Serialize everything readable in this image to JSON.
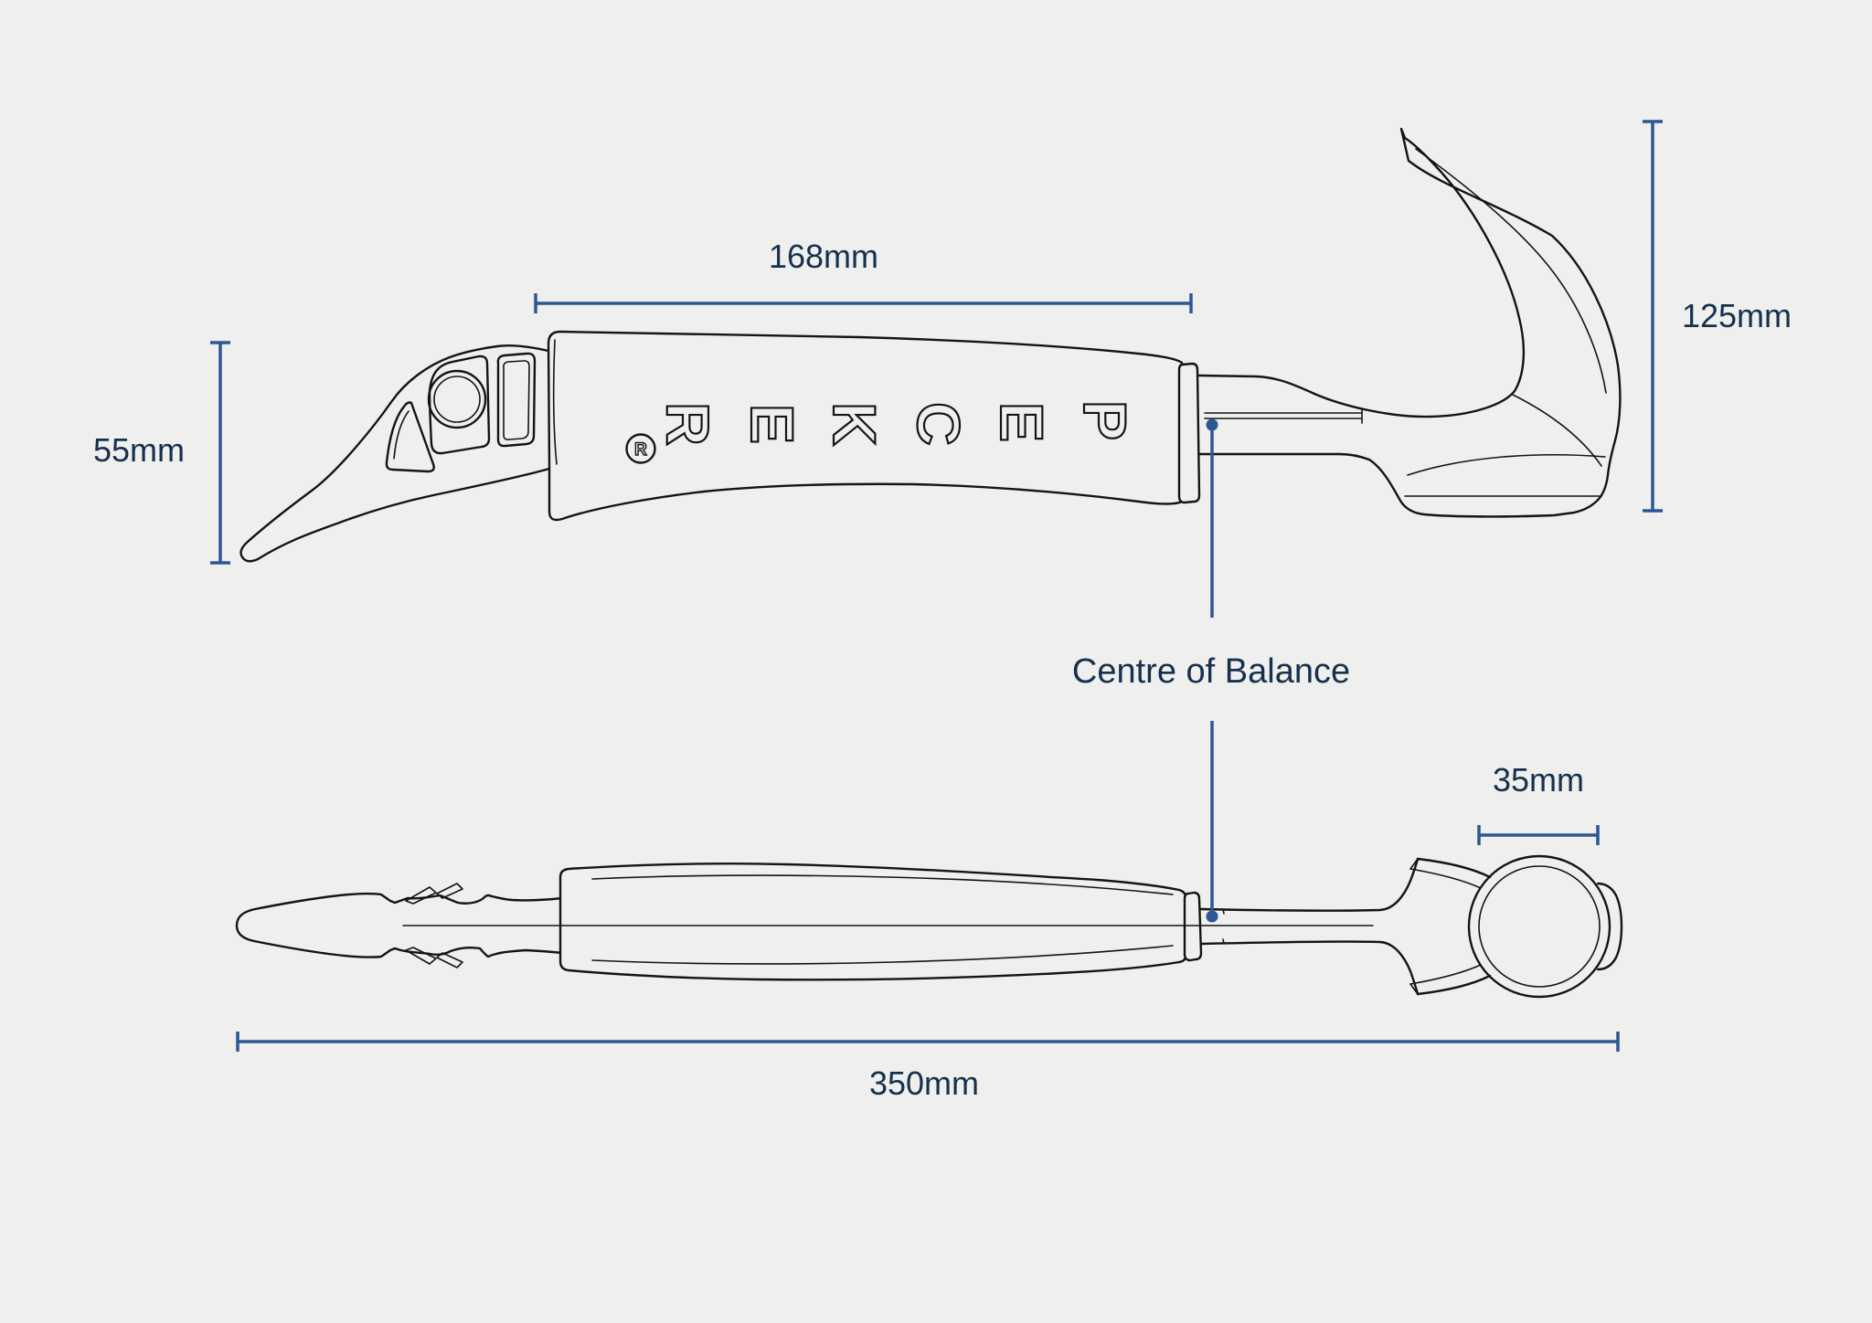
{
  "dimensions": {
    "grip_length": {
      "label": "168mm",
      "value_mm": 168
    },
    "handle_end_height": {
      "label": "55mm",
      "value_mm": 55
    },
    "head_height": {
      "label": "125mm",
      "value_mm": 125
    },
    "face_diameter": {
      "label": "35mm",
      "value_mm": 35
    },
    "overall_length": {
      "label": "350mm",
      "value_mm": 350
    },
    "centre_of_balance": {
      "label": "Centre of Balance"
    }
  },
  "brand": {
    "word": "PECKER",
    "letters_left_to_right": [
      "R",
      "E",
      "K",
      "C",
      "E",
      "P"
    ],
    "registered_letter": "R"
  },
  "colors": {
    "background": "#efefee",
    "dimension_line": "#2d5694",
    "label_text": "#16304e",
    "outline": "#141414"
  }
}
